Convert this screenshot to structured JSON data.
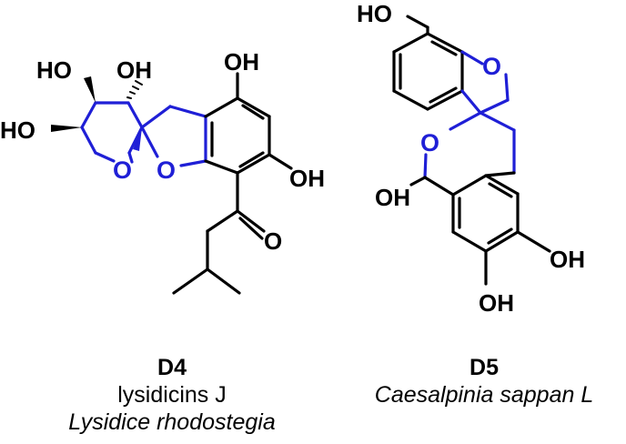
{
  "compound_d4": {
    "labels": {
      "oh_top_left": "HO",
      "oh_top_mid": "OH",
      "oh_left": "HO",
      "ring_o_pyran": "O",
      "ring_o_furan": "O",
      "oh_aryl_top": "OH",
      "oh_aryl_right": "OH",
      "ketone_o": "O"
    },
    "id": "D4",
    "name": "lysidicins J",
    "source": "Lysidice rhodostegia"
  },
  "compound_d5": {
    "labels": {
      "oh_top": "HO",
      "ring_o_furan": "O",
      "ring_o_pyran": "O",
      "oh_hemiacetal": "OH",
      "oh_aryl_right": "OH",
      "oh_aryl_bottom": "OH"
    },
    "id": "D5",
    "source": "Caesalpinia sappan L"
  },
  "colors": {
    "bond": "#000000",
    "highlight": "#1f1fd6"
  }
}
